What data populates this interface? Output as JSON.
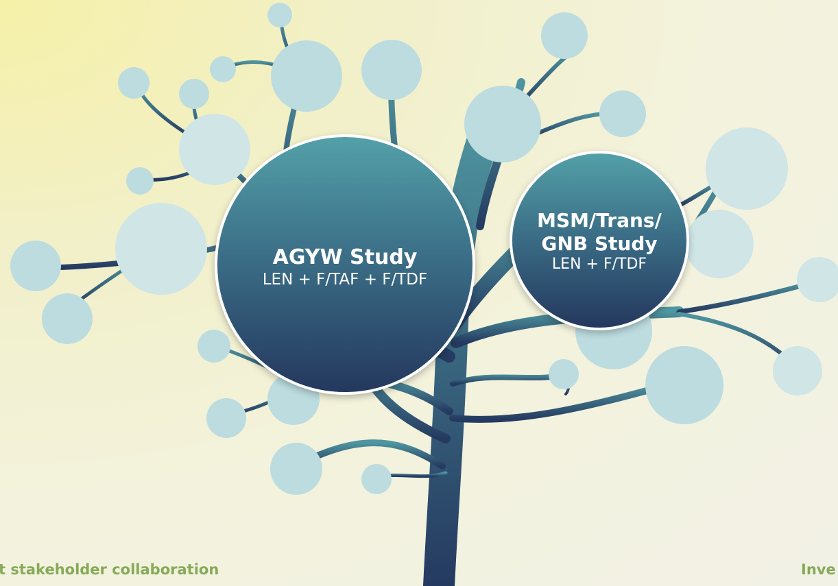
{
  "studies": [
    {
      "title": "AGYW Study",
      "regimen": "LEN + F/TAF + F/TDF"
    },
    {
      "title_line1": "MSM/Trans/",
      "title_line2": "GNB Study",
      "regimen": "LEN + F/TDF"
    }
  ],
  "footer": {
    "left_text": "t stakeholder collaboration",
    "right_text": "Inve"
  },
  "colors": {
    "trunk": "#3c6a82",
    "leaf": "#bcdcdf",
    "bubble_top": "#53a0a8",
    "bubble_bottom": "#24385e",
    "footer_text": "#86aa58"
  }
}
